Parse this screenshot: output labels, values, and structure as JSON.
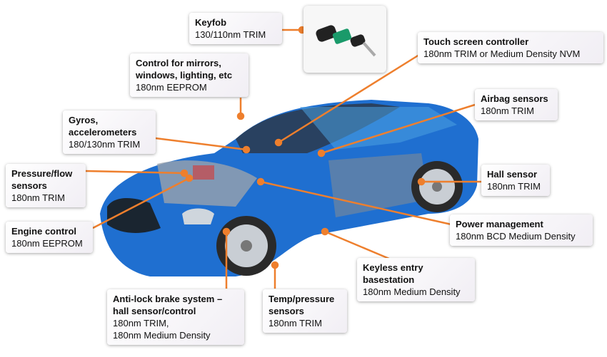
{
  "callouts": {
    "keyfob": {
      "title": "Keyfob",
      "detail": "130/110nm TRIM"
    },
    "mirrors": {
      "title": "Control for mirrors, windows, lighting, etc",
      "detail": "180nm EEPROM"
    },
    "gyros": {
      "title": "Gyros, accelerometers",
      "detail": "180/130nm TRIM"
    },
    "pressure_flow": {
      "title": "Pressure/flow sensors",
      "detail": "180nm TRIM"
    },
    "engine": {
      "title": "Engine control",
      "detail": "180nm EEPROM"
    },
    "touch": {
      "title": "Touch screen controller",
      "detail": "180nm TRIM or Medium Density NVM"
    },
    "airbag": {
      "title": "Airbag sensors",
      "detail": "180nm TRIM"
    },
    "hall": {
      "title": "Hall sensor",
      "detail": "180nm TRIM"
    },
    "power": {
      "title": "Power management",
      "detail": "180nm BCD Medium Density"
    },
    "keyless": {
      "title": "Keyless entry basestation",
      "detail": "180nm Medium Density"
    },
    "abs": {
      "title": "Anti-lock brake system – hall sensor/control",
      "detail": "180nm TRIM,",
      "detail2": "180nm Medium Density"
    },
    "temp": {
      "title": "Temp/pressure sensors",
      "detail": "180nm TRIM"
    }
  },
  "colors": {
    "leader": "#ee7f2d",
    "car": "#1f6fd0"
  }
}
